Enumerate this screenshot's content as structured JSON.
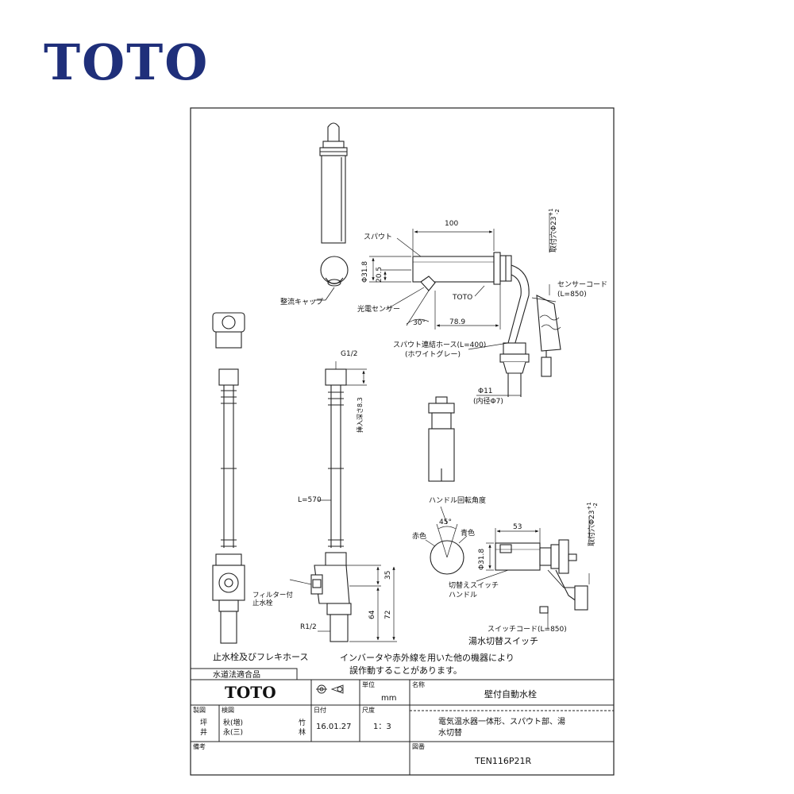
{
  "brand": {
    "logo": "TOTO",
    "color": "#1f2f7a"
  },
  "spout": {
    "length": "100",
    "spout_label": "スパウト",
    "dia": "Φ31.8",
    "height": "20.5",
    "sensor_label": "光電センサー",
    "toto_mark": "TOTO",
    "angle": "30°",
    "reach": "78.9",
    "mount_hole": "取付穴Φ23",
    "mount_tol_upper": "+1",
    "mount_tol_lower": "-2",
    "sensor_cord_1": "センサーコード",
    "sensor_cord_2": "(L=850)",
    "hose_1": "スパウト連結ホース(L=400)",
    "hose_2": "(ホワイトグレー)",
    "hose_dia_1": "Φ11",
    "hose_dia_2": "(内径Φ7)"
  },
  "aerator": {
    "label": "整流キャップ"
  },
  "valve": {
    "thread_top": "G1/2",
    "insert_depth": "挿入深さ8.3",
    "length": "L=570",
    "filter_1": "フィルター付",
    "filter_2": "止水栓",
    "dim_35": "35",
    "dim_64": "64",
    "dim_72": "72",
    "thread_bottom": "R1/2",
    "caption": "止水栓及びフレキホース"
  },
  "switch": {
    "handle_angle": "ハンドル回転角度",
    "angle": "45°",
    "red": "赤色",
    "blue": "青色",
    "length": "53",
    "dia": "Φ31.8",
    "handle_1": "切替えスイッチ",
    "handle_2": "ハンドル",
    "cord": "スイッチコード(L=850)",
    "caption": "湯水切替スイッチ",
    "mount_hole": "取付穴Φ23",
    "mount_tol_upper": "+1",
    "mount_tol_lower": "-2"
  },
  "note": {
    "line1": "インバータや赤外線を用いた他の機器により",
    "line2": "誤作動することがあります。"
  },
  "title_block": {
    "water_law": "水道法適合品",
    "logo": "TOTO",
    "unit_label": "単位",
    "unit_value": "mm",
    "name_label": "名称",
    "name_value": "壁付自動水栓",
    "drawn_label": "製図",
    "drawn_1": "坪",
    "drawn_2": "井",
    "checked_label": "検図",
    "checked_1": "秋(増)",
    "checked_2": "永(三)",
    "approved_1": "竹",
    "approved_2": "林",
    "date_label": "日付",
    "date_value": "16.01.27",
    "scale_label": "尺度",
    "scale_value": "1：3",
    "desc_line1": "電気温水器一体形、スパウト部、湯",
    "desc_line2": "水切替",
    "remarks_label": "備考",
    "drawing_no_label": "図番",
    "drawing_no": "TEN116P21R"
  }
}
